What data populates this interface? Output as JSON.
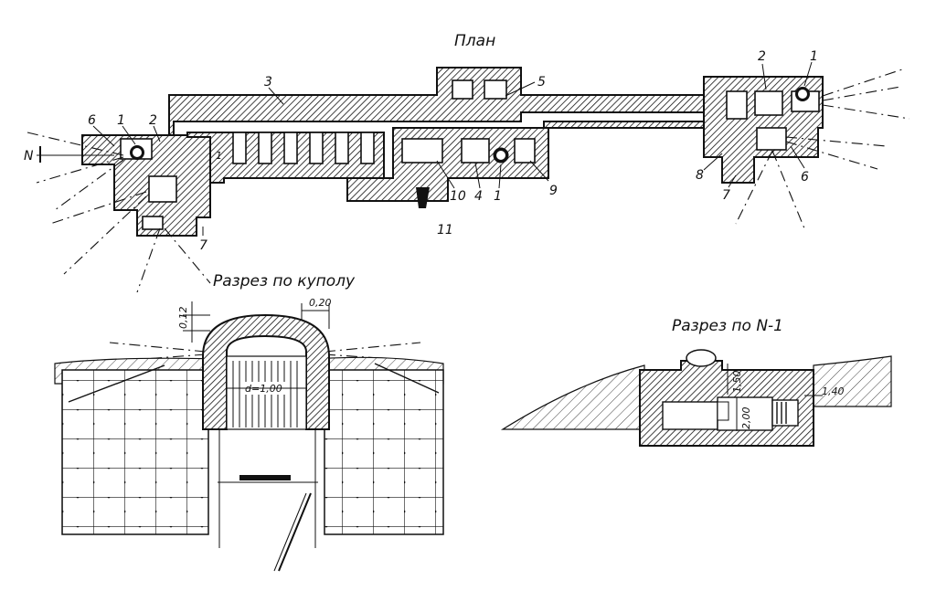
{
  "plan": {
    "title": "План",
    "north_label": "N",
    "section_mark": "1",
    "callouts": {
      "left_6": "6",
      "left_1": "1",
      "left_2": "2",
      "left_7": "7",
      "n3": "3",
      "n5": "5",
      "n10": "10",
      "n4": "4",
      "n1_center": "1",
      "n9": "9",
      "n11": "11",
      "right_2": "2",
      "right_1": "1",
      "right_8": "8",
      "right_7": "7",
      "right_6": "6"
    }
  },
  "dome_section": {
    "title": "Разрез по куполу",
    "dim_top_right": "0,20",
    "dim_left": "0,12",
    "dim_diameter": "d=1,00"
  },
  "n1_section": {
    "title": "Разрез по N-1",
    "dim_height_upper": "1,50",
    "dim_height_lower": "2,00",
    "dim_right": "1,40"
  }
}
